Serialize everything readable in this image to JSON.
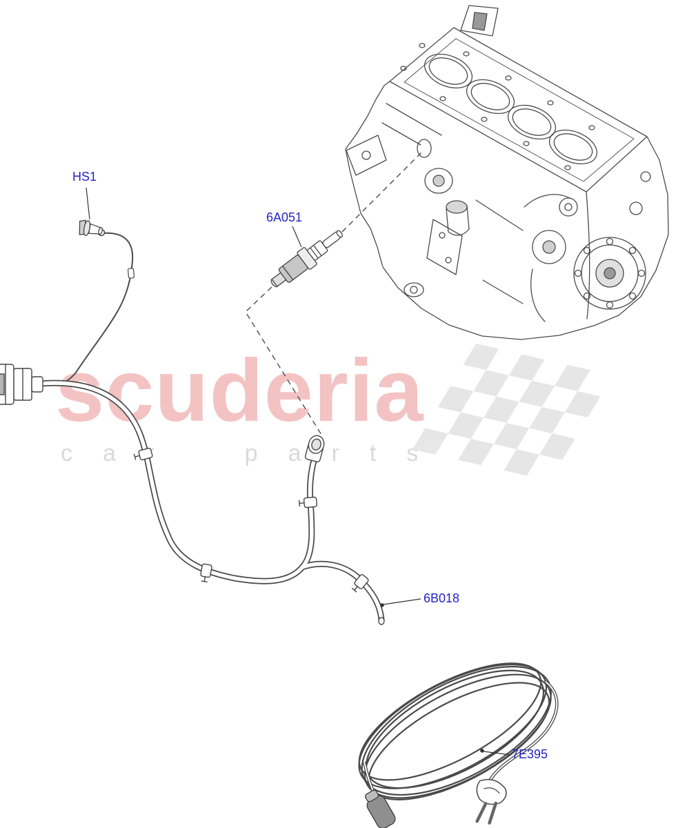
{
  "labels": {
    "hs1": "HS1",
    "heater_element": "6A051",
    "harness": "6B018",
    "power_cord": "7E395"
  },
  "watermark": {
    "brand": "scuderia",
    "tagline": "car parts"
  },
  "colors": {
    "label_text": "#2323c8",
    "line_art": "#4a4a4a",
    "watermark_brand": "#f2b9b9",
    "watermark_tagline": "#d9d9d9",
    "watermark_flag": "#e4e4e4",
    "background": "#ffffff"
  }
}
